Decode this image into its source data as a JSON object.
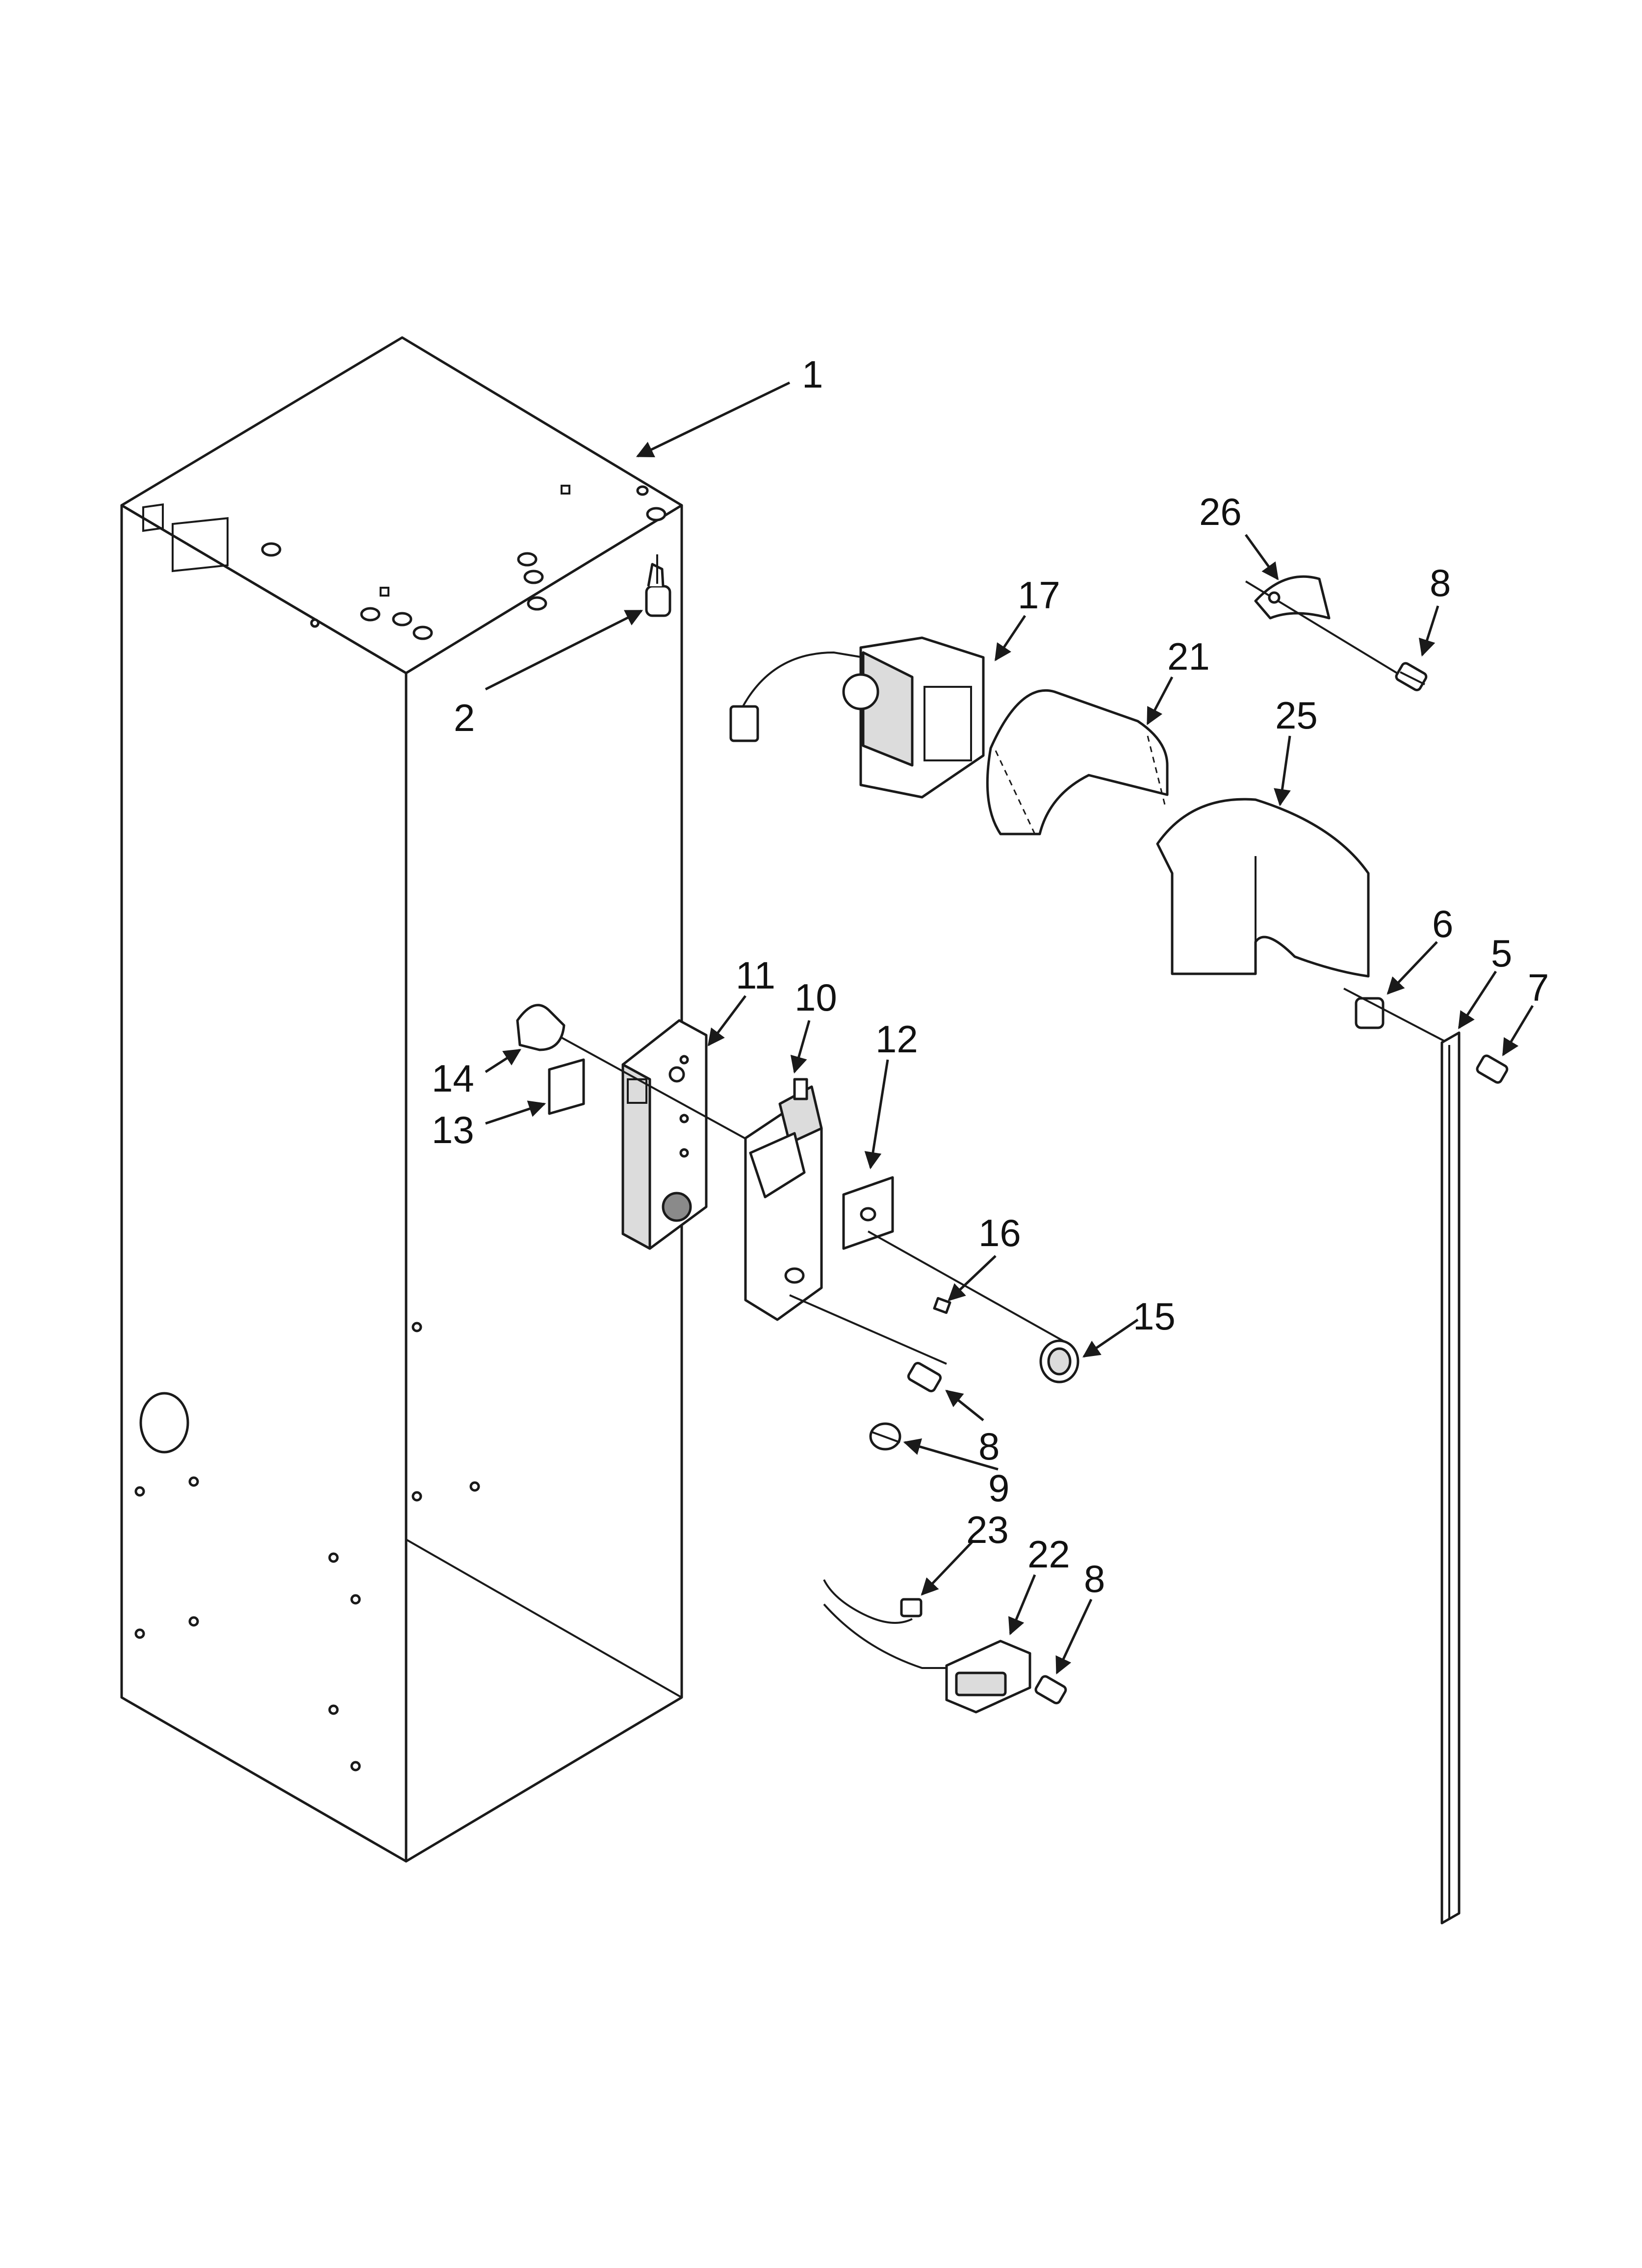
{
  "diagram": {
    "callouts": [
      {
        "id": "c1",
        "label": "1"
      },
      {
        "id": "c2",
        "label": "2"
      },
      {
        "id": "c26",
        "label": "26"
      },
      {
        "id": "c8a",
        "label": "8"
      },
      {
        "id": "c17",
        "label": "17"
      },
      {
        "id": "c21",
        "label": "21"
      },
      {
        "id": "c25",
        "label": "25"
      },
      {
        "id": "c6",
        "label": "6"
      },
      {
        "id": "c5",
        "label": "5"
      },
      {
        "id": "c7",
        "label": "7"
      },
      {
        "id": "c11",
        "label": "11"
      },
      {
        "id": "c10",
        "label": "10"
      },
      {
        "id": "c12",
        "label": "12"
      },
      {
        "id": "c14",
        "label": "14"
      },
      {
        "id": "c13",
        "label": "13"
      },
      {
        "id": "c16",
        "label": "16"
      },
      {
        "id": "c15",
        "label": "15"
      },
      {
        "id": "c8b",
        "label": "8"
      },
      {
        "id": "c9",
        "label": "9"
      },
      {
        "id": "c23",
        "label": "23"
      },
      {
        "id": "c22",
        "label": "22"
      },
      {
        "id": "c8c",
        "label": "8"
      }
    ]
  }
}
